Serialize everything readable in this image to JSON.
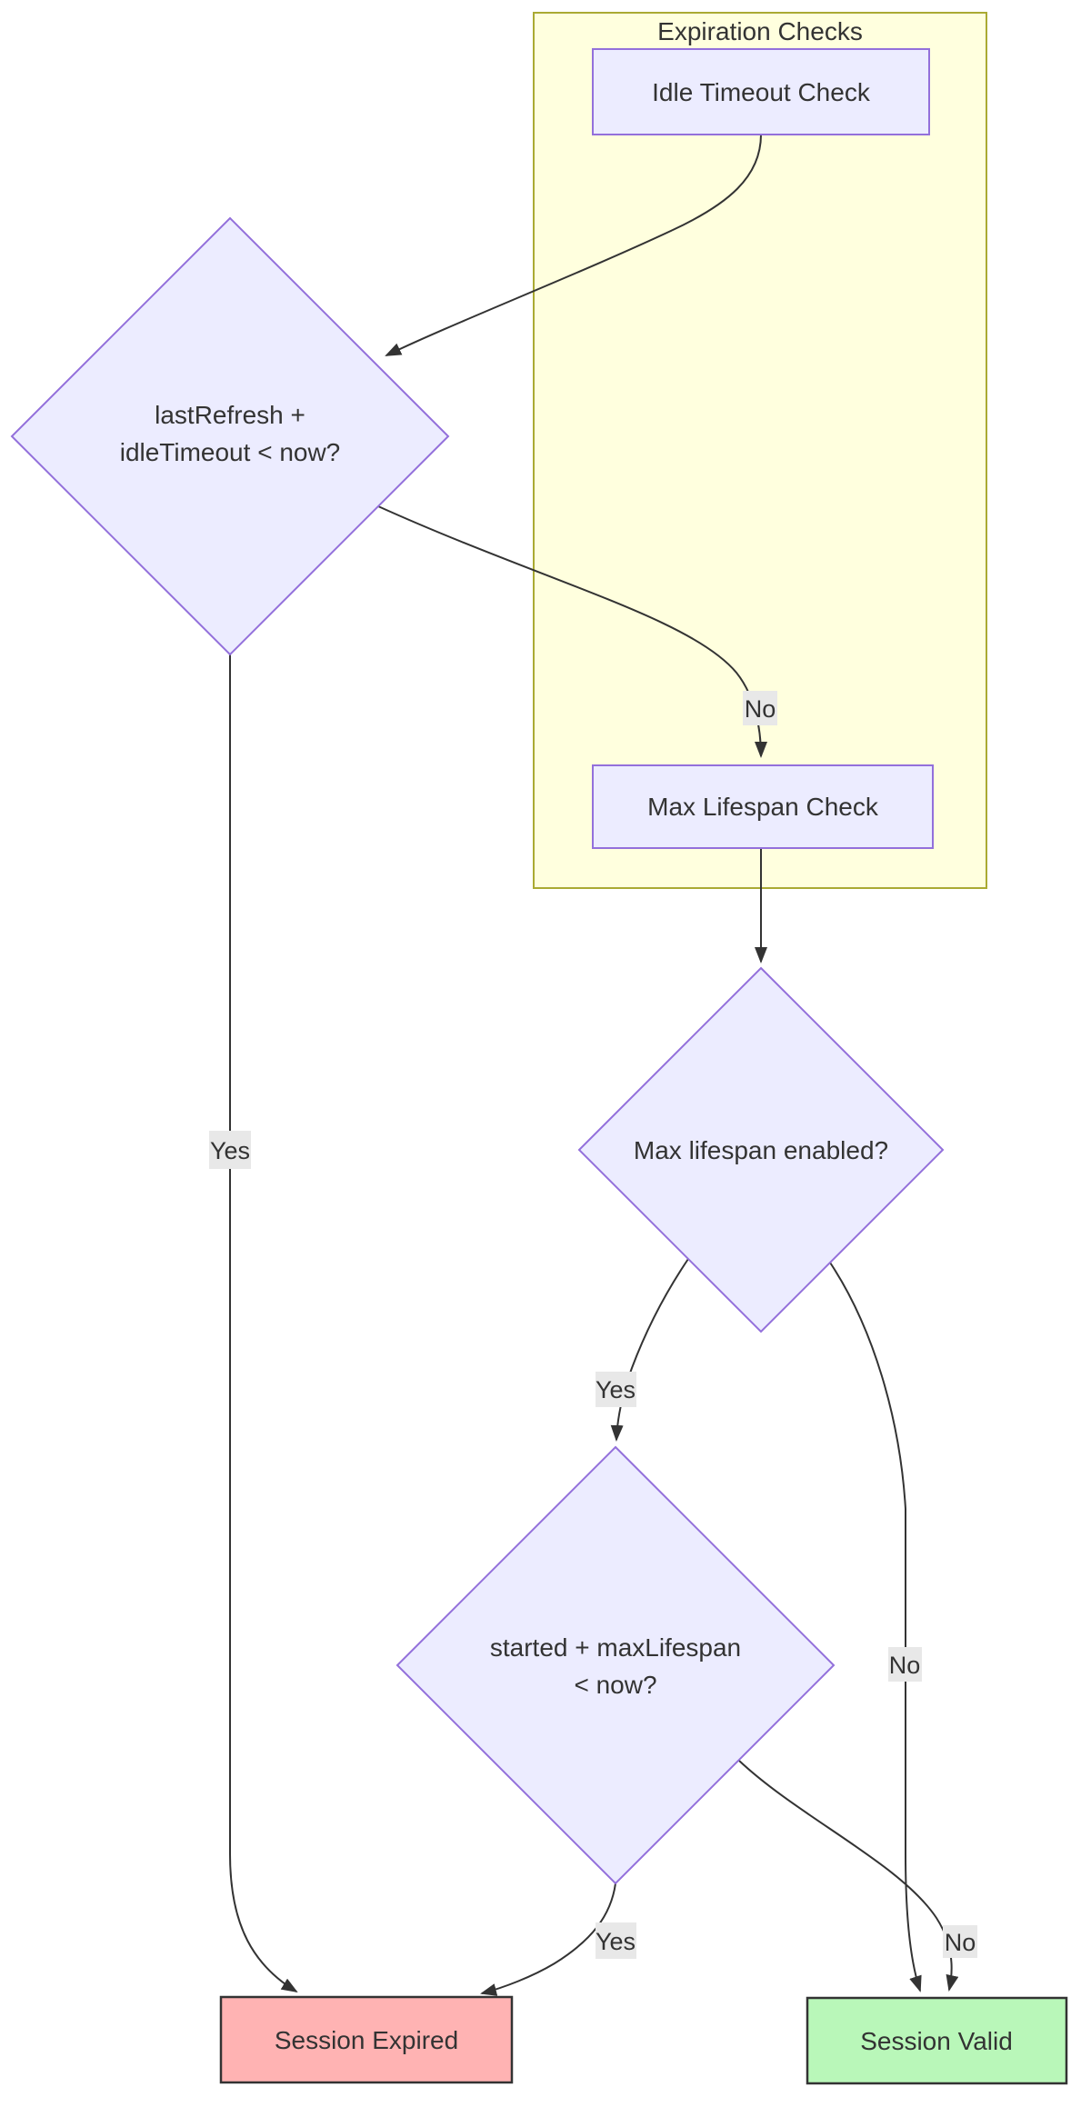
{
  "diagram": {
    "cluster": {
      "title": "Expiration Checks"
    },
    "nodes": {
      "idle_check": {
        "label": "Idle Timeout Check"
      },
      "idle_decision": {
        "line1": "lastRefresh +",
        "line2": "idleTimeout < now?"
      },
      "max_check": {
        "label": "Max Lifespan Check"
      },
      "max_enabled_decision": {
        "label": "Max lifespan enabled?"
      },
      "started_decision": {
        "line1": "started + maxLifespan",
        "line2": "< now?"
      },
      "session_expired": {
        "label": "Session Expired"
      },
      "session_valid": {
        "label": "Session Valid"
      }
    },
    "edges": {
      "idle_decision_no": {
        "label": "No"
      },
      "idle_decision_yes": {
        "label": "Yes"
      },
      "max_enabled_yes": {
        "label": "Yes"
      },
      "max_enabled_no": {
        "label": "No"
      },
      "started_yes": {
        "label": "Yes"
      },
      "started_no": {
        "label": "No"
      }
    },
    "colors": {
      "cluster_fill": "#ffffde",
      "cluster_border": "#aaaa33",
      "node_fill": "#ececff",
      "node_border": "#9370db",
      "expired_fill": "#ffb3b3",
      "valid_fill": "#b9f7b9",
      "terminal_border": "#333333",
      "edge_color": "#333333",
      "edge_label_bg": "#e8e8e8",
      "text_color": "#333333"
    }
  }
}
